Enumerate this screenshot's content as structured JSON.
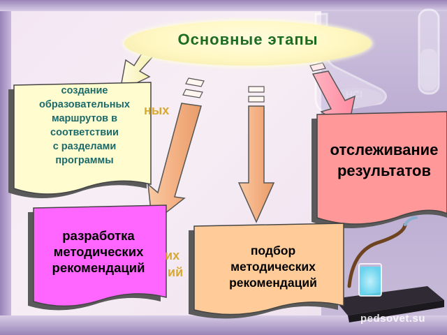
{
  "title": "Основные этапы",
  "stages": {
    "stage1": [
      "создание",
      "образовательных",
      "маршрутов в",
      "соответствии",
      "с разделами",
      "программы"
    ],
    "stage2": [
      "отслеживание",
      "результатов"
    ],
    "stage3": [
      "разработка",
      "методических",
      "рекомендаций"
    ],
    "stage4": [
      "подбор",
      "методических",
      "рекомендаций"
    ]
  },
  "ghost_fragments": {
    "g1": "ных",
    "g2": "их",
    "g3": "ий"
  },
  "watermark": "pedsovet.su",
  "colors": {
    "title_text": "#1e6b22",
    "stage1_fill": "#fffdd0",
    "stage2_fill": "#ff9999",
    "stage3_fill": "#ff66ff",
    "stage4_fill": "#ffcc99",
    "arrow_fill": "#f4b183",
    "arrow_pink": "#ff99aa"
  },
  "icons": [
    "arrow-down-icon",
    "flask-icon",
    "beaker-icon",
    "test-tube-icon"
  ]
}
